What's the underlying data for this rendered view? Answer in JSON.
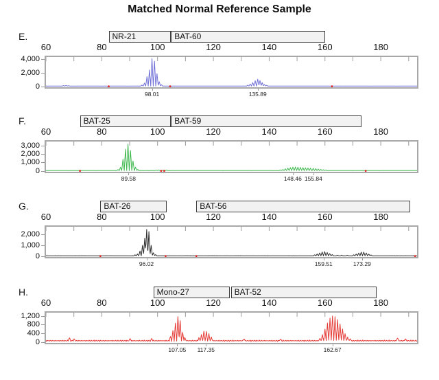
{
  "chart_data": {
    "type": "line",
    "title": "Matched Normal Reference Sample",
    "x_axis": {
      "tick_labels": [
        60,
        80,
        100,
        120,
        140,
        160,
        180
      ],
      "minor_tick_step": 10,
      "minor_tick_start": 60,
      "minor_tick_end": 190,
      "range": [
        60,
        193
      ]
    },
    "colors": {
      "artifact_dot": "#e02020",
      "plot_border": "#a8a8a8",
      "tick": "#9a9a9a",
      "marker_box_fill": "#f2f2f2",
      "marker_box_border": "#3f3f3f"
    },
    "panels": [
      {
        "letter": "E.",
        "color": "#6f6fd8",
        "y_max": 4250,
        "y_ticks": [
          {
            "label": "4,000",
            "value": 4000
          },
          {
            "label": "2,000",
            "value": 2000
          },
          {
            "label": "0",
            "value": 0
          }
        ],
        "markers": [
          {
            "name": "NR-21",
            "from": 82.5,
            "to": 104.3
          },
          {
            "name": "BAT-60",
            "from": 104.8,
            "to": 159.5
          }
        ],
        "peak_labels": [
          {
            "text": "98.01",
            "x": 98.01
          },
          {
            "text": "135.89",
            "x": 135.89
          }
        ],
        "peaks": [
          [
            66.3,
            70
          ],
          [
            67.2,
            95
          ],
          [
            68.1,
            55
          ],
          [
            94.4,
            150
          ],
          [
            95.3,
            450
          ],
          [
            96.2,
            1400
          ],
          [
            97.1,
            2400
          ],
          [
            98.0,
            4100
          ],
          [
            98.9,
            3700
          ],
          [
            99.8,
            1850
          ],
          [
            100.6,
            650
          ],
          [
            101.4,
            200
          ],
          [
            132.3,
            140
          ],
          [
            133.2,
            300
          ],
          [
            134.1,
            520
          ],
          [
            135.0,
            800
          ],
          [
            135.9,
            1020
          ],
          [
            136.7,
            840
          ],
          [
            137.5,
            520
          ],
          [
            138.3,
            240
          ],
          [
            139.1,
            110
          ]
        ],
        "artifact_dots": [
          82.5,
          104.5,
          162.5
        ],
        "baseline": 25,
        "noise_amp": 7,
        "noise_seed": 1
      },
      {
        "letter": "F.",
        "color": "#3db84d",
        "y_max": 3400,
        "y_ticks": [
          {
            "label": "3,000",
            "value": 3000
          },
          {
            "label": "2,000",
            "value": 2000
          },
          {
            "label": "1,000",
            "value": 1000
          },
          {
            "label": "0",
            "value": 0
          }
        ],
        "markers": [
          {
            "name": "BAT-25",
            "from": 72.2,
            "to": 104.3
          },
          {
            "name": "BAT-59",
            "from": 104.8,
            "to": 172.6
          }
        ],
        "peak_labels": [
          {
            "text": "89.58",
            "x": 89.58
          },
          {
            "text": "148.46",
            "x": 148.46
          },
          {
            "text": "155.84",
            "x": 155.84
          }
        ],
        "peaks": [
          [
            85.8,
            120
          ],
          [
            86.7,
            400
          ],
          [
            87.6,
            1350
          ],
          [
            88.5,
            2550
          ],
          [
            89.4,
            3150
          ],
          [
            90.3,
            2400
          ],
          [
            91.2,
            1150
          ],
          [
            92.1,
            400
          ],
          [
            92.9,
            130
          ],
          [
            99.5,
            60
          ],
          [
            100.4,
            75
          ],
          [
            102.0,
            55
          ],
          [
            103.2,
            50
          ],
          [
            144.0,
            70
          ],
          [
            144.9,
            130
          ],
          [
            145.8,
            210
          ],
          [
            146.7,
            290
          ],
          [
            147.6,
            360
          ],
          [
            148.5,
            420
          ],
          [
            149.4,
            430
          ],
          [
            150.3,
            405
          ],
          [
            151.2,
            380
          ],
          [
            152.1,
            350
          ],
          [
            153.0,
            330
          ],
          [
            153.9,
            305
          ],
          [
            154.8,
            290
          ],
          [
            155.8,
            265
          ],
          [
            156.7,
            230
          ],
          [
            157.6,
            185
          ],
          [
            158.5,
            140
          ],
          [
            159.4,
            100
          ],
          [
            160.3,
            70
          ]
        ],
        "artifact_dots": [
          72.2,
          101.3,
          102.4,
          174.6
        ],
        "baseline": 20,
        "noise_amp": 6,
        "noise_seed": 2
      },
      {
        "letter": "G.",
        "color": "#2e2e2e",
        "y_max": 2600,
        "y_ticks": [
          {
            "label": "2,000",
            "value": 2000
          },
          {
            "label": "1,000",
            "value": 1000
          },
          {
            "label": "0",
            "value": 0
          }
        ],
        "markers": [
          {
            "name": "BAT-26",
            "from": 79.5,
            "to": 102.9
          },
          {
            "name": "BAT-56",
            "from": 113.9,
            "to": 190.0
          }
        ],
        "peak_labels": [
          {
            "text": "96.02",
            "x": 96.02
          },
          {
            "text": "159.51",
            "x": 159.51
          },
          {
            "text": "173.29",
            "x": 173.29
          }
        ],
        "peaks": [
          [
            91.9,
            90
          ],
          [
            92.8,
            160
          ],
          [
            93.7,
            430
          ],
          [
            94.6,
            950
          ],
          [
            95.4,
            1600
          ],
          [
            96.1,
            2400
          ],
          [
            96.9,
            2200
          ],
          [
            97.7,
            950
          ],
          [
            98.5,
            280
          ],
          [
            99.3,
            110
          ],
          [
            156.3,
            90
          ],
          [
            157.2,
            170
          ],
          [
            158.1,
            260
          ],
          [
            159.0,
            340
          ],
          [
            159.9,
            370
          ],
          [
            160.8,
            300
          ],
          [
            161.7,
            200
          ],
          [
            162.6,
            110
          ],
          [
            164.5,
            55
          ],
          [
            166.0,
            50
          ],
          [
            168.0,
            55
          ],
          [
            170.3,
            90
          ],
          [
            171.2,
            160
          ],
          [
            172.1,
            250
          ],
          [
            173.0,
            330
          ],
          [
            173.9,
            340
          ],
          [
            174.8,
            260
          ],
          [
            175.7,
            160
          ],
          [
            176.5,
            80
          ]
        ],
        "artifact_dots": [
          79.5,
          102.9,
          113.9,
          192.3
        ],
        "baseline": 16,
        "noise_amp": 7,
        "noise_seed": 3
      },
      {
        "letter": "H.",
        "color": "#e53935",
        "y_max": 1320,
        "y_ticks": [
          {
            "label": "1,200",
            "value": 1200
          },
          {
            "label": "800",
            "value": 800
          },
          {
            "label": "400",
            "value": 400
          },
          {
            "label": "0",
            "value": 0
          }
        ],
        "markers": [
          {
            "name": "Mono-27",
            "from": 98.5,
            "to": 125.4
          },
          {
            "name": "BAT-52",
            "from": 126.3,
            "to": 178.0
          }
        ],
        "peak_labels": [
          {
            "text": "107.05",
            "x": 107.05
          },
          {
            "text": "117.35",
            "x": 117.35
          },
          {
            "text": "162.67",
            "x": 162.67
          }
        ],
        "peaks": [
          [
            68.4,
            140
          ],
          [
            70.1,
            85
          ],
          [
            90.2,
            100
          ],
          [
            97.9,
            90
          ],
          [
            104.6,
            190
          ],
          [
            105.5,
            460
          ],
          [
            106.4,
            820
          ],
          [
            107.3,
            1120
          ],
          [
            108.1,
            930
          ],
          [
            109.0,
            380
          ],
          [
            109.8,
            140
          ],
          [
            114.8,
            130
          ],
          [
            115.7,
            280
          ],
          [
            116.6,
            430
          ],
          [
            117.5,
            400
          ],
          [
            118.4,
            300
          ],
          [
            119.3,
            160
          ],
          [
            131.0,
            80
          ],
          [
            144.0,
            75
          ],
          [
            158.2,
            110
          ],
          [
            159.1,
            270
          ],
          [
            160.0,
            520
          ],
          [
            160.9,
            820
          ],
          [
            161.8,
            1060
          ],
          [
            162.7,
            1150
          ],
          [
            163.6,
            1110
          ],
          [
            164.5,
            990
          ],
          [
            165.4,
            790
          ],
          [
            166.3,
            540
          ],
          [
            167.2,
            320
          ],
          [
            168.1,
            170
          ],
          [
            169.0,
            90
          ],
          [
            186.0,
            130
          ],
          [
            188.8,
            85
          ]
        ],
        "artifact_dots": [],
        "baseline": 52,
        "noise_amp": 38,
        "noise_seed": 4
      }
    ]
  }
}
